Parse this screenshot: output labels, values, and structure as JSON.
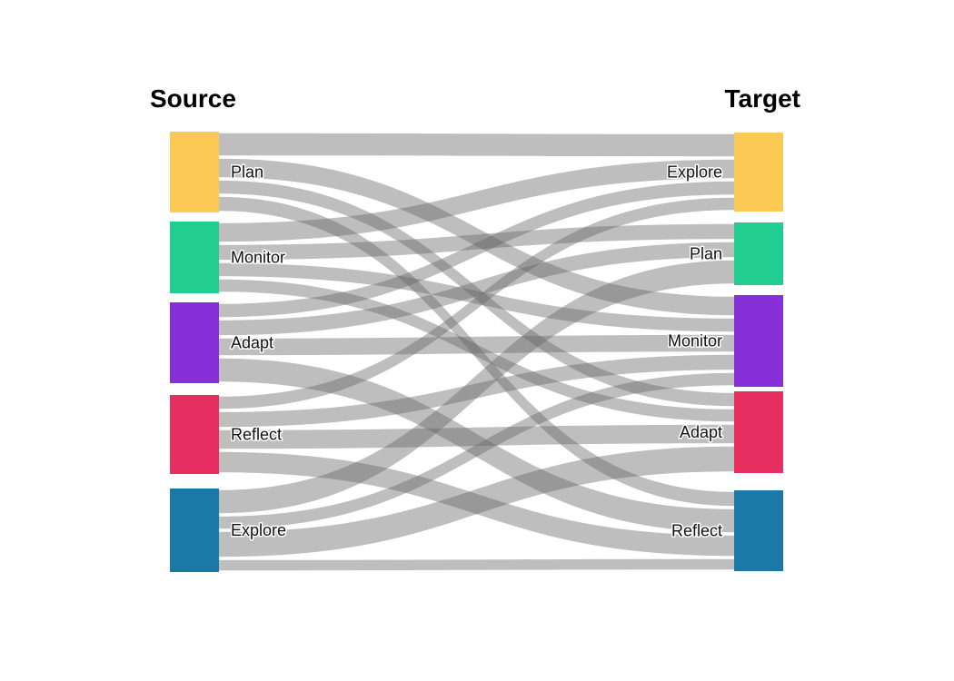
{
  "chart_data": {
    "type": "sankey",
    "column_titles": [
      "Source",
      "Target"
    ],
    "palette": [
      "#FCC955",
      "#21CE90",
      "#8730D9",
      "#E62E60",
      "#1B79A8"
    ],
    "link_color": "rgba(100,100,100,0.42)",
    "source_nodes": [
      {
        "label": "Plan",
        "color": "#FCC955"
      },
      {
        "label": "Monitor",
        "color": "#21CE90"
      },
      {
        "label": "Adapt",
        "color": "#8730D9"
      },
      {
        "label": "Reflect",
        "color": "#E62E60"
      },
      {
        "label": "Explore",
        "color": "#1B79A8"
      }
    ],
    "target_nodes": [
      {
        "label": "Explore",
        "color": "#FCC955"
      },
      {
        "label": "Plan",
        "color": "#21CE90"
      },
      {
        "label": "Monitor",
        "color": "#8730D9"
      },
      {
        "label": "Adapt",
        "color": "#E62E60"
      },
      {
        "label": "Reflect",
        "color": "#1B79A8"
      }
    ],
    "links": [
      {
        "source": "Plan",
        "target": "Explore",
        "value": 28
      },
      {
        "source": "Plan",
        "target": "Monitor",
        "value": 24
      },
      {
        "source": "Plan",
        "target": "Adapt",
        "value": 18
      },
      {
        "source": "Plan",
        "target": "Reflect",
        "value": 19
      },
      {
        "source": "Monitor",
        "target": "Explore",
        "value": 24
      },
      {
        "source": "Monitor",
        "target": "Plan",
        "value": 20
      },
      {
        "source": "Monitor",
        "target": "Monitor",
        "value": 18
      },
      {
        "source": "Monitor",
        "target": "Adapt",
        "value": 17
      },
      {
        "source": "Adapt",
        "target": "Explore",
        "value": 18
      },
      {
        "source": "Adapt",
        "target": "Plan",
        "value": 20
      },
      {
        "source": "Adapt",
        "target": "Monitor",
        "value": 22
      },
      {
        "source": "Adapt",
        "target": "Reflect",
        "value": 29
      },
      {
        "source": "Reflect",
        "target": "Explore",
        "value": 17
      },
      {
        "source": "Reflect",
        "target": "Monitor",
        "value": 20
      },
      {
        "source": "Reflect",
        "target": "Adapt",
        "value": 24
      },
      {
        "source": "Reflect",
        "target": "Reflect",
        "value": 26
      },
      {
        "source": "Explore",
        "target": "Plan",
        "value": 29
      },
      {
        "source": "Explore",
        "target": "Monitor",
        "value": 17
      },
      {
        "source": "Explore",
        "target": "Adapt",
        "value": 31
      },
      {
        "source": "Explore",
        "target": "Reflect",
        "value": 15
      }
    ]
  }
}
